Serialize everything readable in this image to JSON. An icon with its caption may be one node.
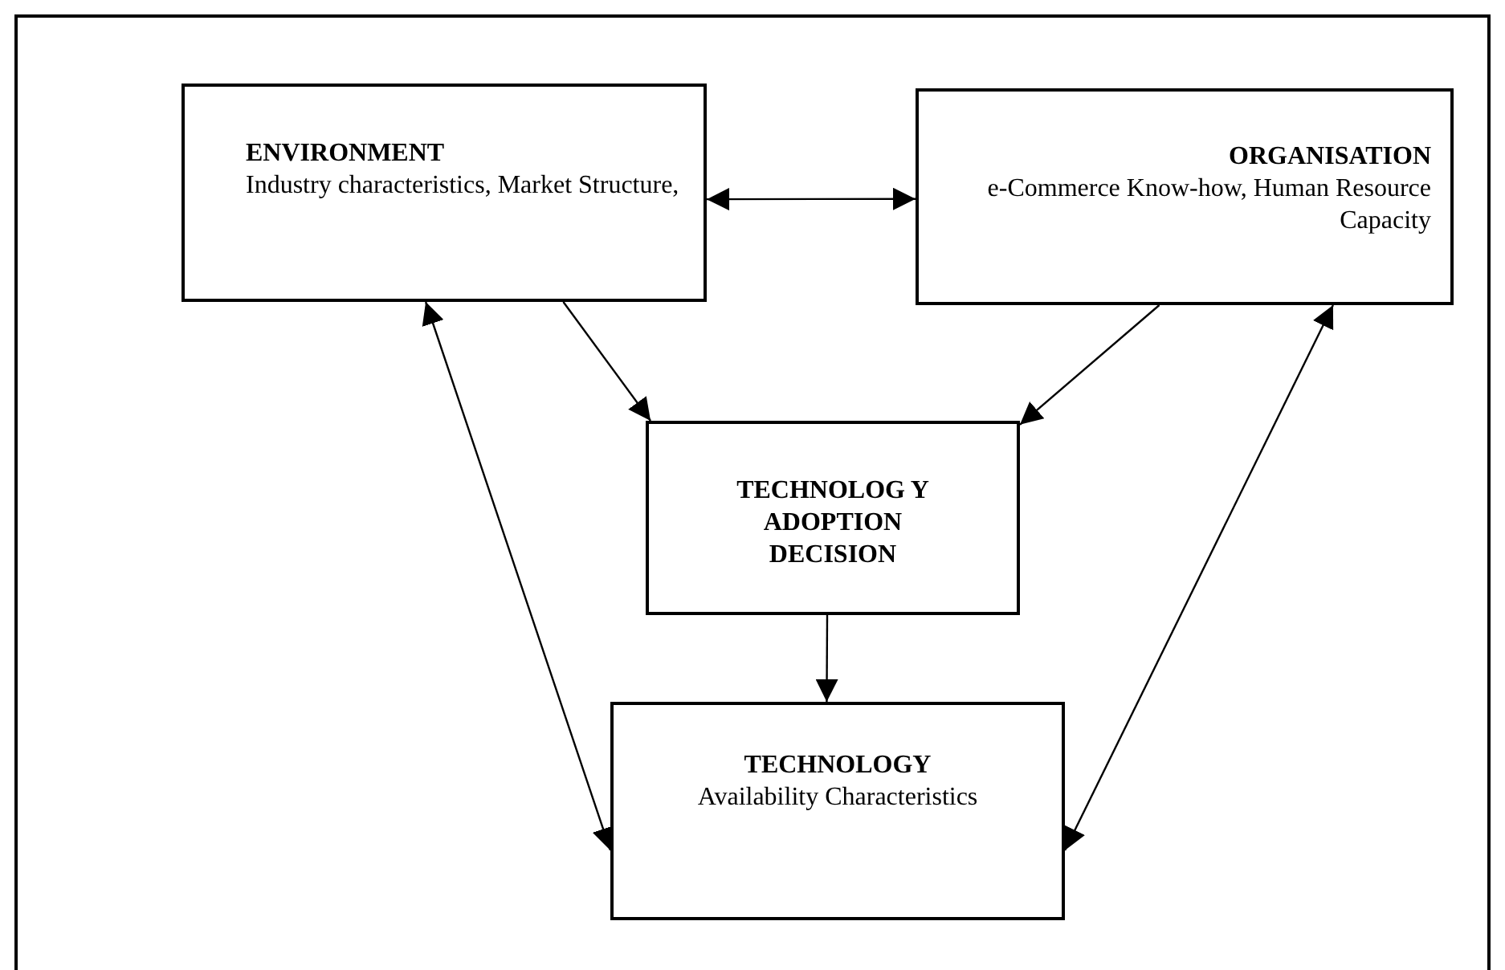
{
  "diagram": {
    "nodes": [
      {
        "text": [
          "ENVIRONMENT",
          "Industry characteristics, Market Structure,"
        ]
      },
      {
        "text": [
          "ORGANISATION",
          "e-Commerce Know-how, Human Resource Capacity"
        ]
      },
      {
        "text": [
          "TECHNOLOG Y ADOPTION DECISION"
        ]
      },
      {
        "text": [
          "TECHNOLOGY",
          "Availability Characteristics"
        ]
      }
    ],
    "edges": [
      {
        "from": 0,
        "to": 1,
        "arrow": "both"
      },
      {
        "from": 0,
        "to": 2,
        "arrow": "to"
      },
      {
        "from": 1,
        "to": 2,
        "arrow": "to"
      },
      {
        "from": 2,
        "to": 3,
        "arrow": "to"
      },
      {
        "from": 0,
        "to": 3,
        "arrow": "both"
      },
      {
        "from": 3,
        "to": 1,
        "arrow": "both"
      }
    ]
  }
}
